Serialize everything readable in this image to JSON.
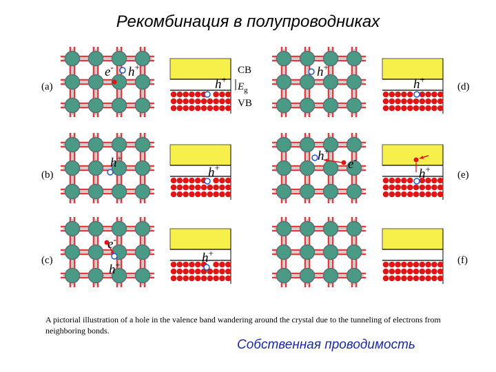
{
  "title": "Рекомбинация в полупроводниках",
  "panels": [
    {
      "label": "(a)",
      "electron": "e",
      "electron_sup": "-",
      "hole": "h",
      "hole_sup": "+",
      "band_hole": "h",
      "band_hole_sup": "+"
    },
    {
      "label": "(b)",
      "hole": "h",
      "hole_sup": "+",
      "band_hole": "h",
      "band_hole_sup": "+"
    },
    {
      "label": "(c)",
      "electron": "e",
      "electron_sup": "-",
      "hole": "h",
      "hole_sup": "+",
      "band_hole": "h",
      "band_hole_sup": "+"
    },
    {
      "label": "(d)",
      "hole": "h",
      "hole_sup": "+",
      "band_hole": "h",
      "band_hole_sup": "+"
    },
    {
      "label": "(e)",
      "electron": "e",
      "electron_sup": "-",
      "hole": "h",
      "hole_sup": "+",
      "band_hole": "h",
      "band_hole_sup": "+"
    },
    {
      "label": "(f)"
    }
  ],
  "band_labels": {
    "cb": "CB",
    "eg": "E",
    "eg_sub": "g",
    "vb": "VB"
  },
  "caption": "A pictorial illustration of a hole in the valence band wandering around the crystal due to the tunneling of electrons from neighboring bonds.",
  "footer": "Собственная проводимость",
  "colors": {
    "bond": "#e23b3b",
    "atom": "#4a9a86",
    "atom_stroke": "#5a6f74",
    "conduction_band": "#f7ef4a",
    "valence_electron": "#e01616",
    "hole": "#2255cc",
    "arrow": "#e01616",
    "footer_text": "#1a2a9c"
  }
}
